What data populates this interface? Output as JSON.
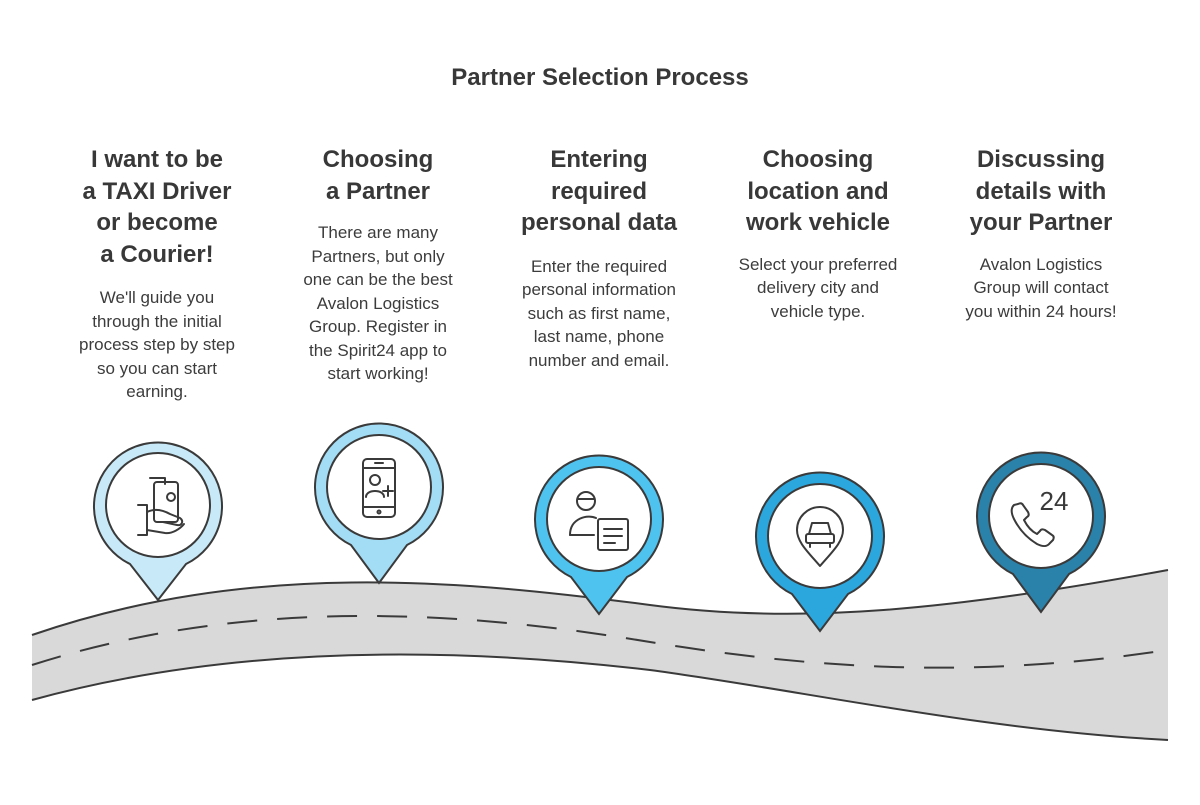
{
  "title": "Partner Selection Process",
  "colors": {
    "road": "#d9d9d9",
    "road_outline": "#3a3a3a",
    "marker_1": "#c8eaf8",
    "marker_2": "#a3dcf5",
    "marker_3": "#4fc3f0",
    "marker_4": "#2ba7de",
    "marker_5": "#2a82aa"
  },
  "steps": [
    {
      "title": "I want to be\na TAXI Driver\nor become\na Courier!",
      "description": "We'll guide you\nthrough the initial\nprocess step by step\nso you can start\nearning.",
      "icon": "hand-holding-phone-icon"
    },
    {
      "title": "Choosing\na Partner",
      "description": "There are many\nPartners, but only\none can be the best\nAvalon Logistics\nGroup. Register in\nthe Spirit24 app to\nstart working!",
      "icon": "smartphone-add-user-icon"
    },
    {
      "title": "Entering\nrequired\npersonal data",
      "description": "Enter the required\npersonal information\nsuch as first name,\nlast name, phone\nnumber and email.",
      "icon": "user-form-icon"
    },
    {
      "title": "Choosing\nlocation and\nwork vehicle",
      "description": "Select your preferred\ndelivery city and\nvehicle type.",
      "icon": "car-location-icon"
    },
    {
      "title": "Discussing\ndetails with\nyour Partner",
      "description": "Avalon Logistics\nGroup will contact\nyou within 24 hours!",
      "icon": "phone-24-icon",
      "icon_text": "24"
    }
  ]
}
